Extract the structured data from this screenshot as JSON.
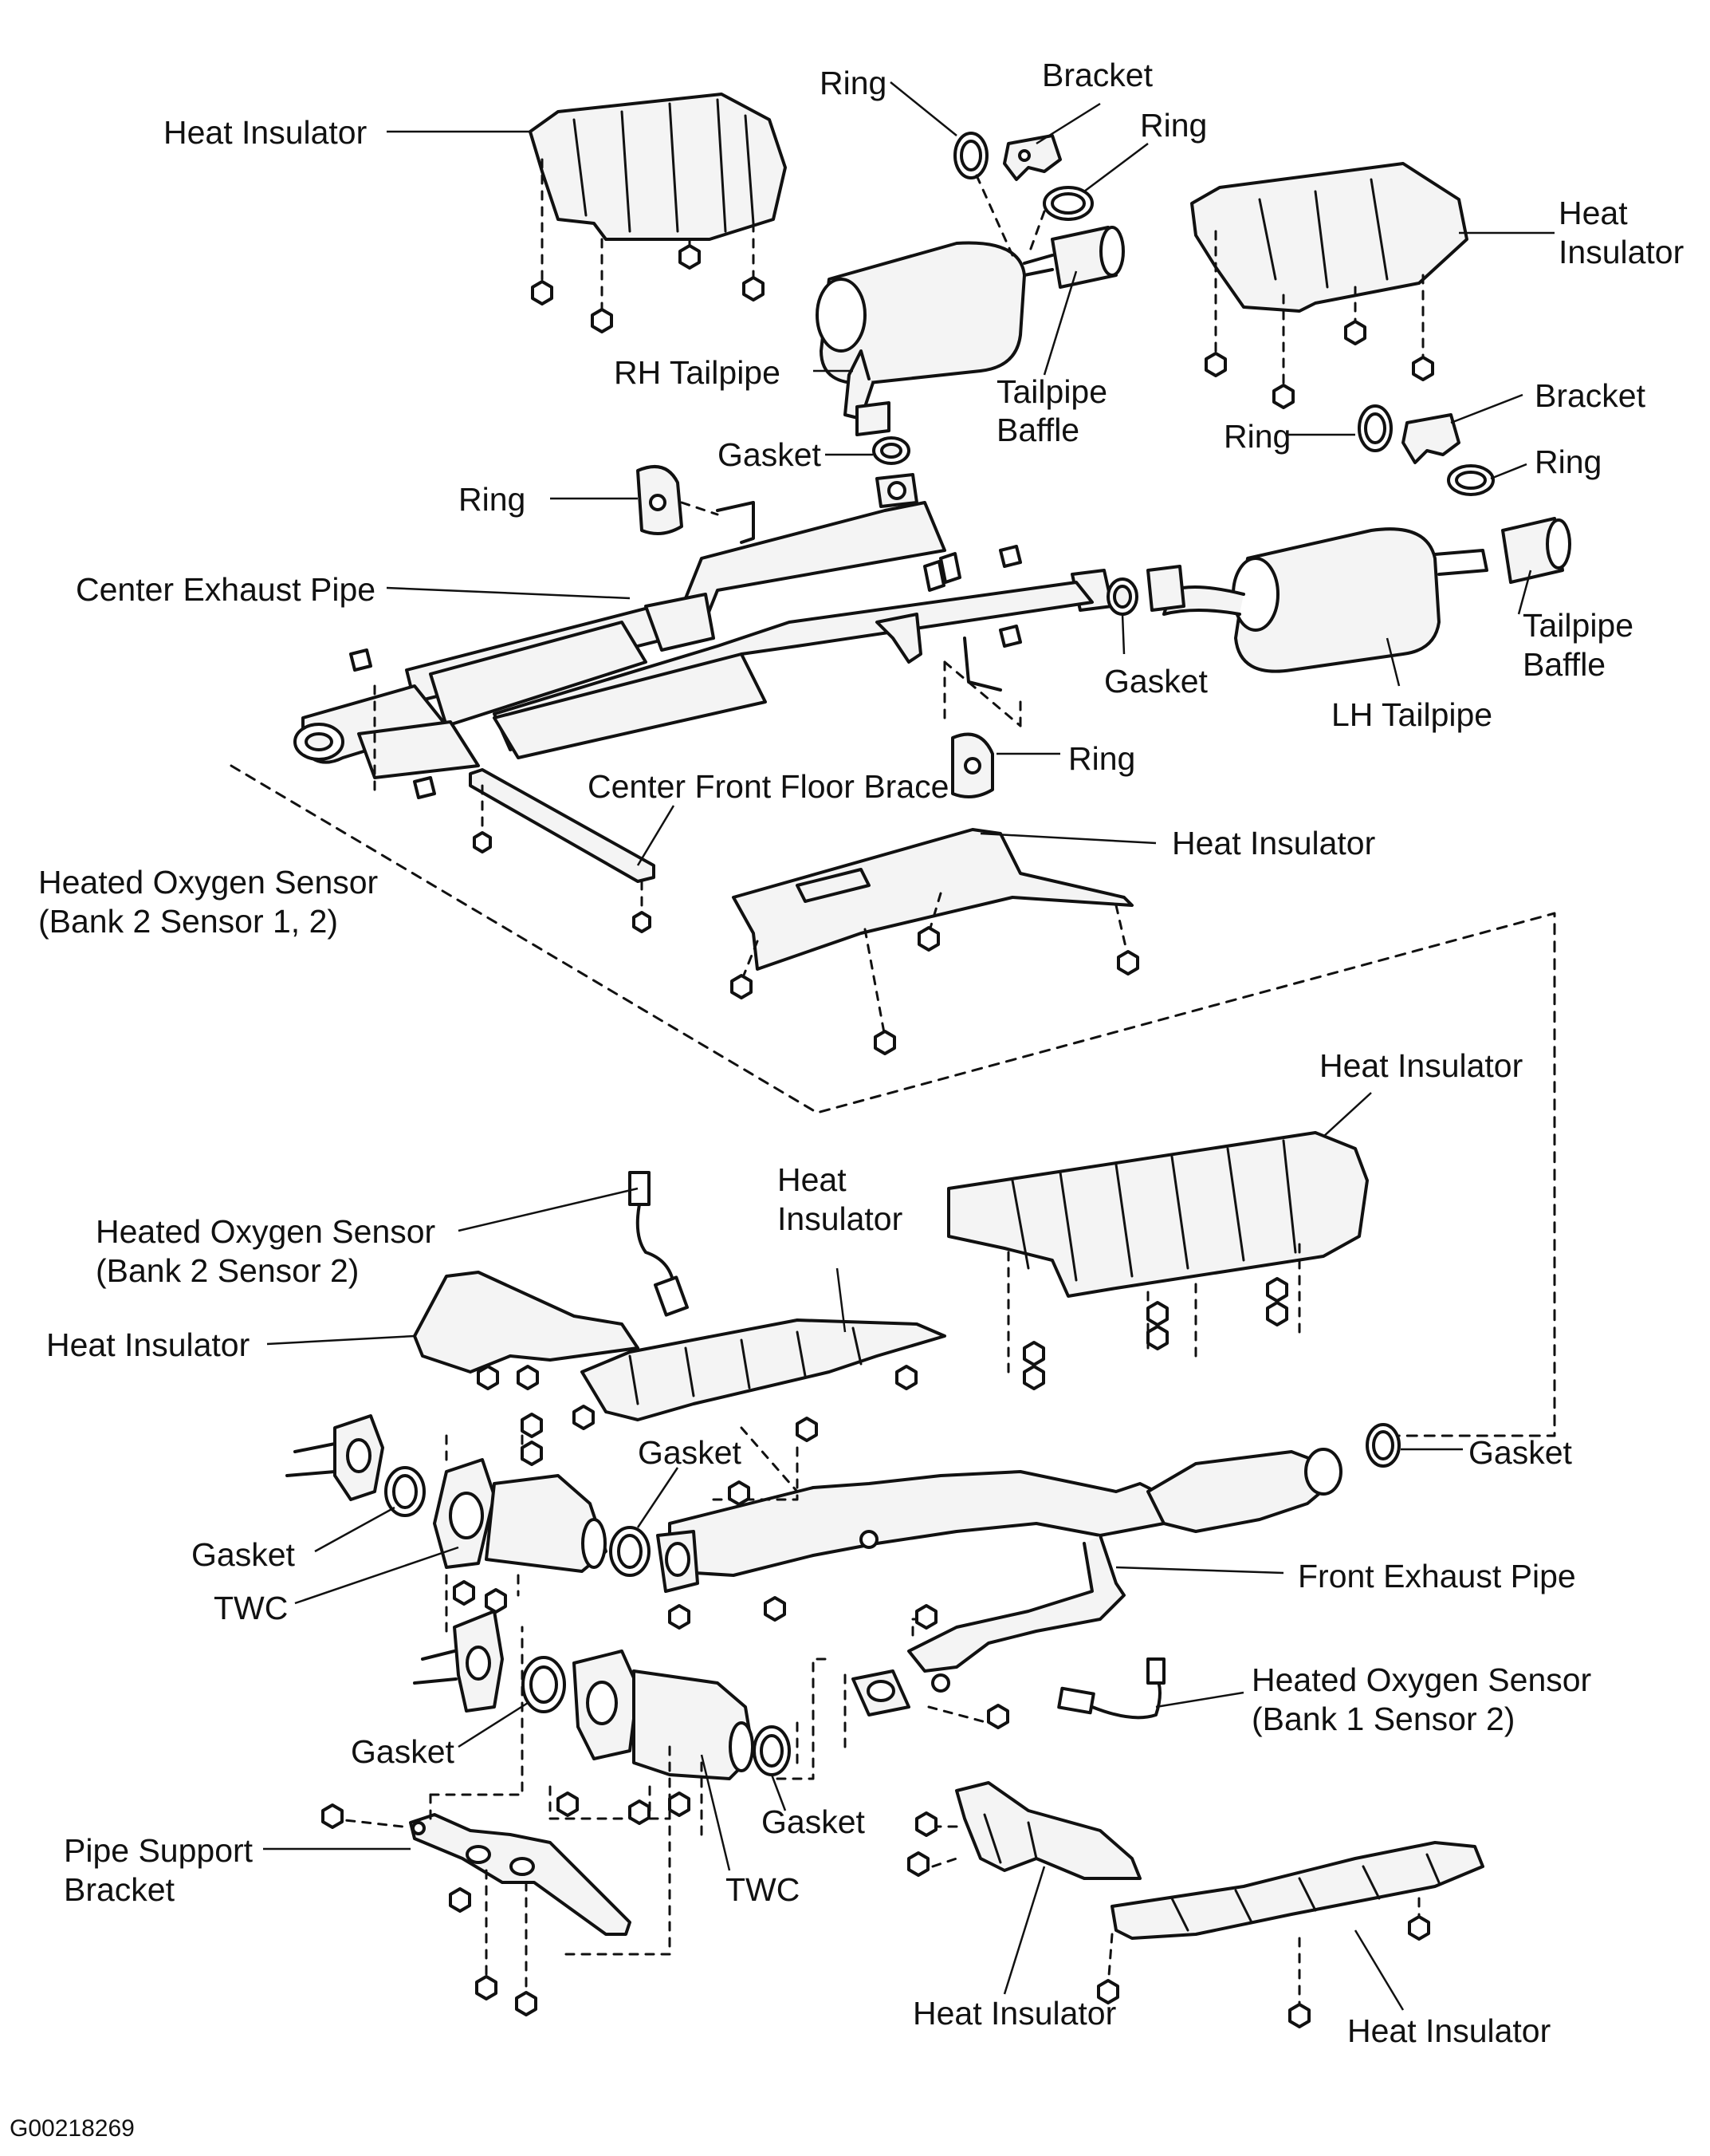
{
  "diagram": {
    "reference_code": "G00218269",
    "labels": {
      "heat_insulator_top": "Heat Insulator",
      "ring_top_left": "Ring",
      "bracket_top": "Bracket",
      "ring_top_right": "Ring",
      "heat_insulator_right_a": "Heat",
      "heat_insulator_right_b": "Insulator",
      "rh_tailpipe": "RH Tailpipe",
      "tailpipe_baffle_top_a": "Tailpipe",
      "tailpipe_baffle_top_b": "Baffle",
      "bracket_right": "Bracket",
      "ring_right_a": "Ring",
      "ring_right_b": "Ring",
      "gasket_rh": "Gasket",
      "ring_left": "Ring",
      "center_exhaust_pipe": "Center Exhaust Pipe",
      "tailpipe_baffle_right_a": "Tailpipe",
      "tailpipe_baffle_right_b": "Baffle",
      "gasket_center": "Gasket",
      "lh_tailpipe": "LH Tailpipe",
      "ring_lower": "Ring",
      "center_front_floor_brace": "Center Front Floor Brace",
      "heat_insulator_mid": "Heat Insulator",
      "ho2s_bank2_s12_a": "Heated Oxygen Sensor",
      "ho2s_bank2_s12_b": "(Bank 2 Sensor 1, 2)",
      "heat_insulator_large": "Heat Insulator",
      "heat_insulator_small_a": "Heat",
      "heat_insulator_small_b": "Insulator",
      "ho2s_bank2_s2_a": "Heated Oxygen Sensor",
      "ho2s_bank2_s2_b": "(Bank 2 Sensor 2)",
      "heat_insulator_left": "Heat Insulator",
      "gasket_twc_upper": "Gasket",
      "gasket_front_right": "Gasket",
      "gasket_left_upper": "Gasket",
      "front_exhaust_pipe": "Front Exhaust Pipe",
      "twc_upper": "TWC",
      "ho2s_bank1_s2_a": "Heated Oxygen Sensor",
      "ho2s_bank1_s2_b": "(Bank 1 Sensor 2)",
      "gasket_left_lower": "Gasket",
      "gasket_twc_lower": "Gasket",
      "pipe_support_bracket_a": "Pipe Support",
      "pipe_support_bracket_b": "Bracket",
      "twc_lower": "TWC",
      "heat_insulator_bottom_left": "Heat Insulator",
      "heat_insulator_bottom_right": "Heat Insulator"
    }
  }
}
